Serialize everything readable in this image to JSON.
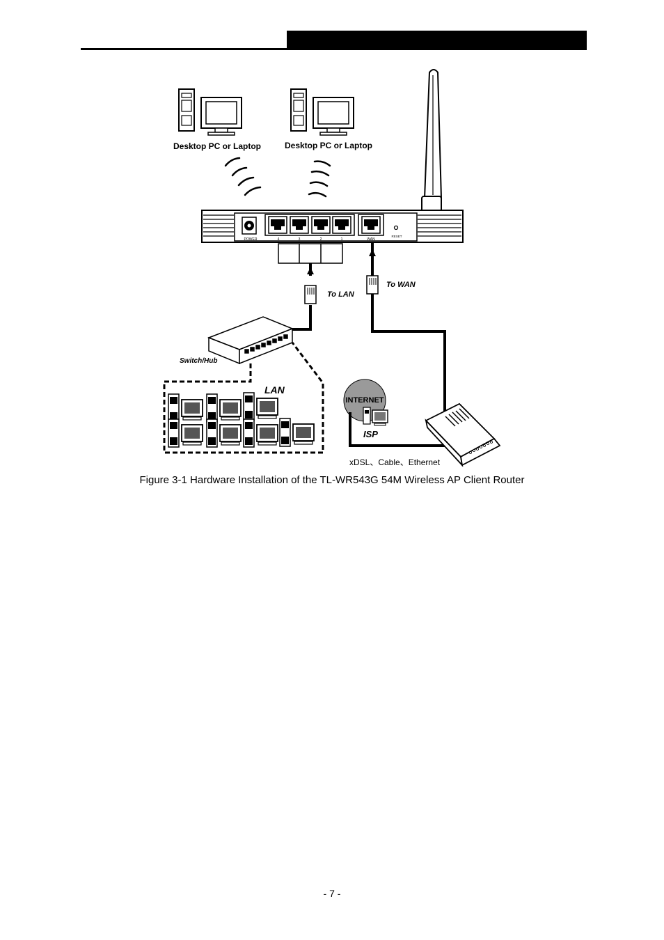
{
  "figure": {
    "label_pc_left": "Desktop PC or Laptop",
    "label_pc_right": "Desktop PC or Laptop",
    "port_power": "POWER",
    "port_4": "4",
    "port_3": "3",
    "port_2": "2",
    "port_1": "1",
    "port_wan": "WAN",
    "port_reset": "RESET",
    "label_to_lan": "To LAN",
    "label_to_wan": "To WAN",
    "label_switch": "Switch/Hub",
    "label_lan": "LAN",
    "label_internet": "INTERNET",
    "label_isp": "ISP",
    "label_connection": "xDSL、Cable、Ethernet"
  },
  "caption": "Figure 3-1 Hardware Installation of the TL-WR543G 54M Wireless AP Client Router",
  "page_number": "- 7 -"
}
